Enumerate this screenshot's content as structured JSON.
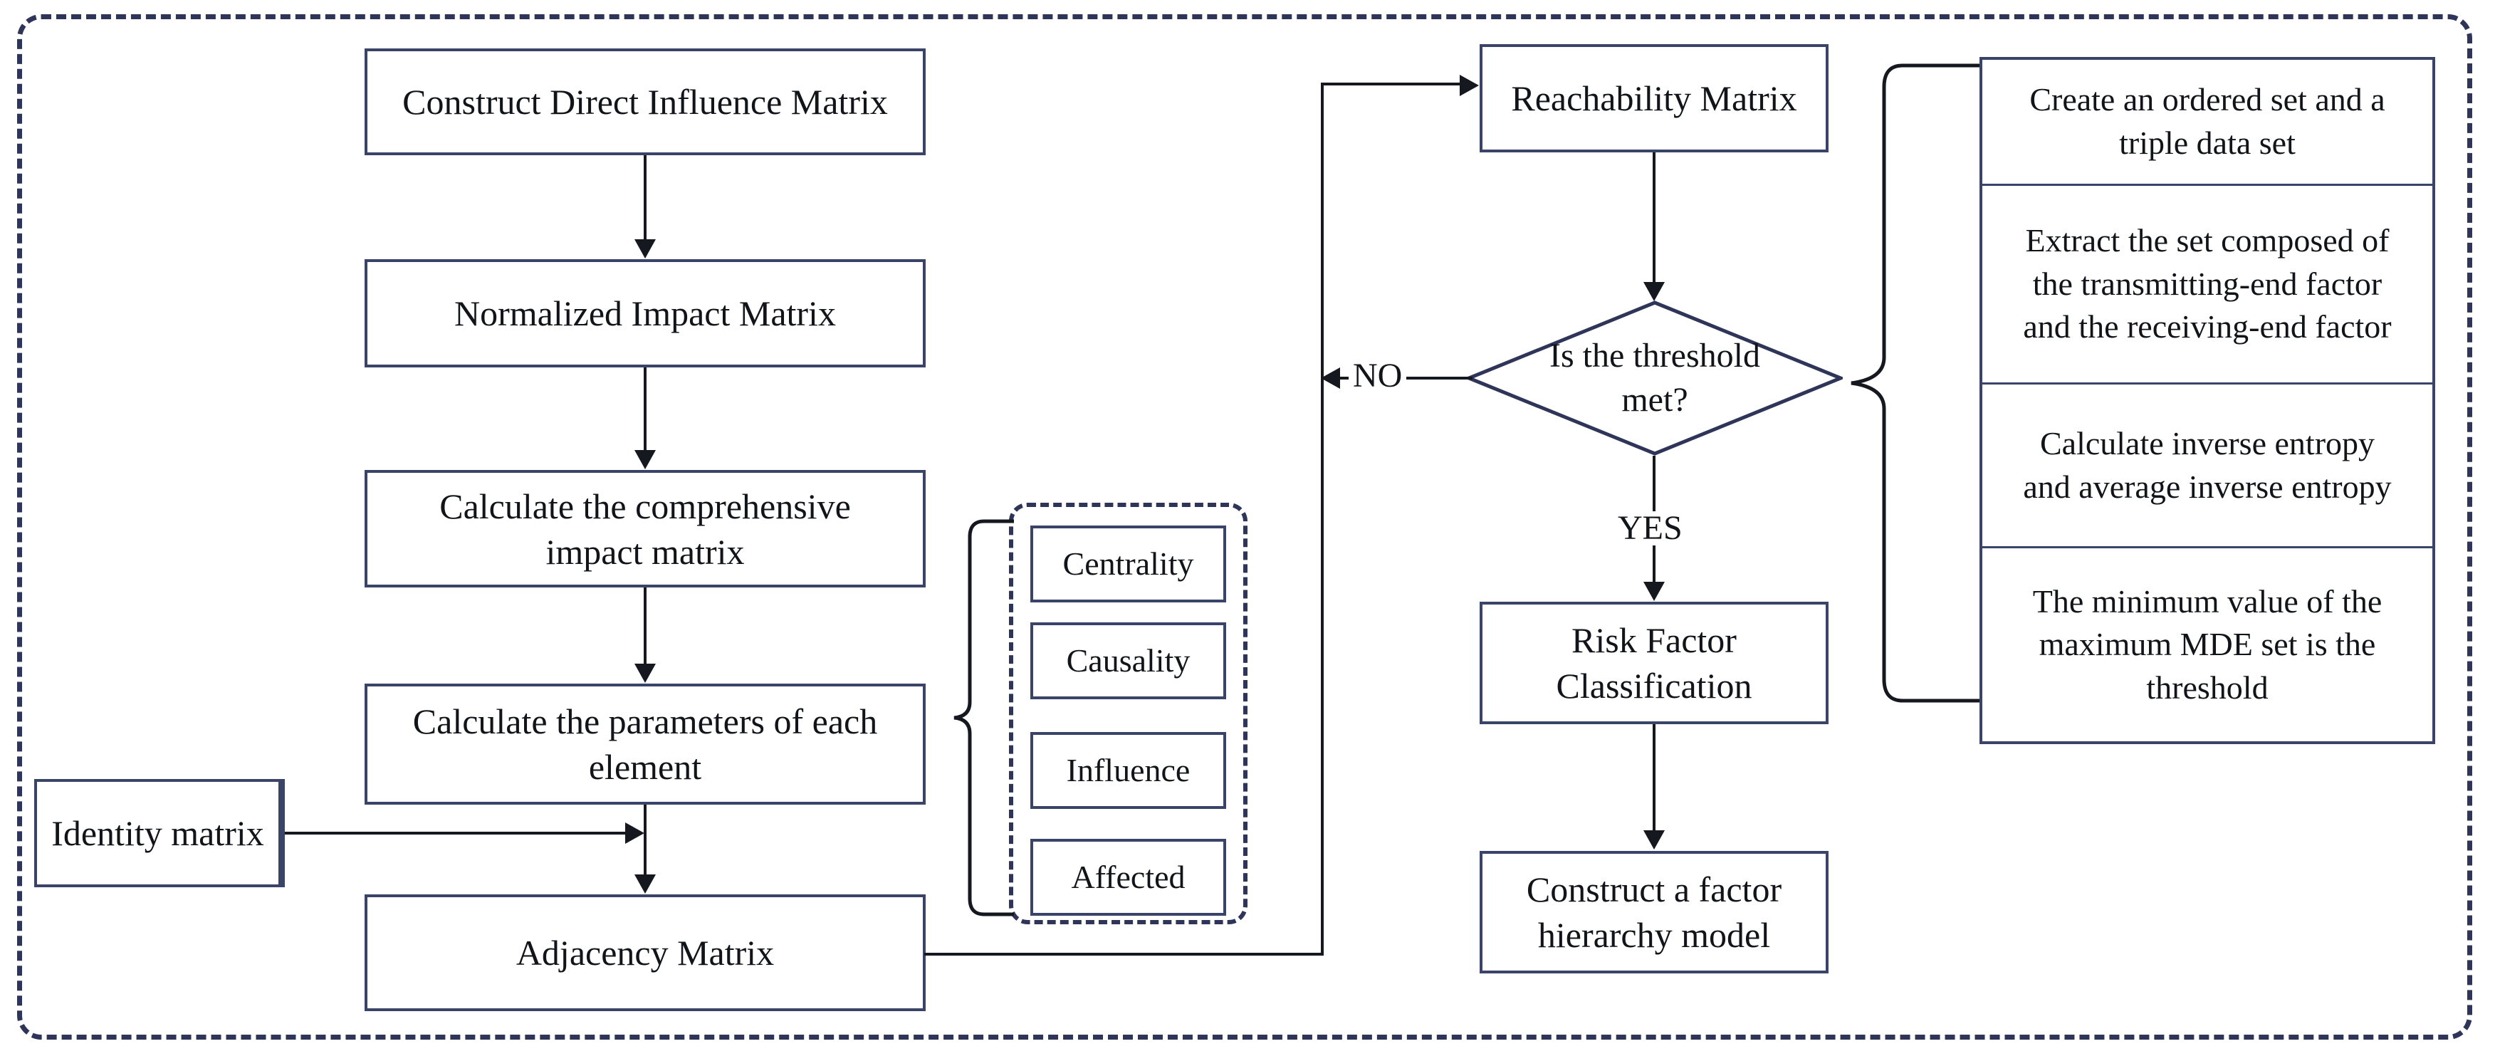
{
  "diagram": {
    "type": "flowchart",
    "title": "DEMATEL-ISM risk factor analysis flowchart",
    "border_color": "#2e3558",
    "node_border_color": "#3a4468",
    "line_color": "#15181e"
  },
  "left_column": {
    "nodes": [
      {
        "id": "construct-direct-influence-matrix",
        "label": "Construct Direct Influence Matrix"
      },
      {
        "id": "normalized-impact-matrix",
        "label": "Normalized Impact Matrix"
      },
      {
        "id": "comprehensive-impact-matrix",
        "label": "Calculate the comprehensive\nimpact matrix"
      },
      {
        "id": "calculate-parameters",
        "label": "Calculate the parameters of each\nelement"
      },
      {
        "id": "adjacency-matrix",
        "label": "Adjacency Matrix"
      }
    ]
  },
  "identity": {
    "label": "Identity matrix"
  },
  "parameter_group": {
    "items": [
      {
        "id": "centrality",
        "label": "Centrality"
      },
      {
        "id": "causality",
        "label": "Causality"
      },
      {
        "id": "influence",
        "label": "Influence"
      },
      {
        "id": "affected",
        "label": "Affected"
      }
    ]
  },
  "center_column": {
    "reachability": {
      "label": "Reachability Matrix"
    },
    "decision": {
      "label": "Is the threshold\nmet?"
    },
    "risk_factor": {
      "label": "Risk Factor\nClassification"
    },
    "hierarchy": {
      "label": "Construct a factor\nhierarchy model"
    },
    "edge_labels": {
      "no": "NO",
      "yes": "YES"
    }
  },
  "threshold_panel": {
    "steps": [
      {
        "id": "create-ordered-set",
        "label": "Create an ordered set and a\ntriple data set"
      },
      {
        "id": "extract-set",
        "label": "Extract the set composed of\nthe transmitting-end factor\nand the receiving-end factor"
      },
      {
        "id": "inverse-entropy",
        "label": "Calculate inverse entropy\nand average inverse entropy"
      },
      {
        "id": "minimum-mde",
        "label": "The minimum value of the\nmaximum MDE set is the\nthreshold"
      }
    ]
  }
}
